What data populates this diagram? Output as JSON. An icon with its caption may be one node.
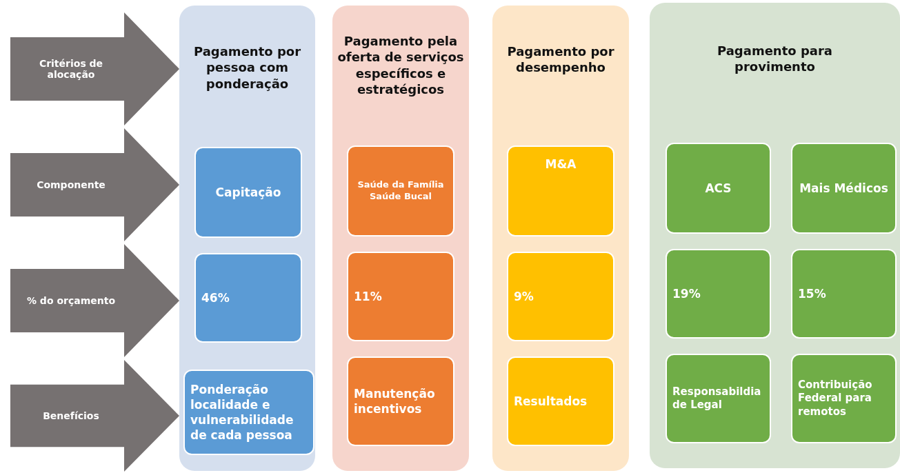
{
  "diagram": {
    "nodes": [
      {
        "text": [
          "Critérios de alocação"
        ]
      },
      {
        "text": [
          "Componente"
        ]
      },
      {
        "text": [
          "% do orçamento"
        ]
      },
      {
        "text": [
          "Benefícios"
        ]
      },
      {
        "text": [
          "Pagamento por pessoa com ponderação"
        ]
      },
      {
        "text": [
          "Capitação"
        ],
        "in": 4
      },
      {
        "text": [
          "46%"
        ],
        "in": 4
      },
      {
        "text": [
          "Ponderação localidade e vulnerabilidade de cada pessoa"
        ],
        "in": 4
      },
      {
        "text": [
          "Pagamento pela oferta de serviços específicos e estratégicos"
        ]
      },
      {
        "text": [
          "Saúde da Família Saúde Bucal"
        ],
        "in": 8
      },
      {
        "text": [
          "11%"
        ],
        "in": 8
      },
      {
        "text": [
          "Manutenção incentivos"
        ],
        "in": 8
      },
      {
        "text": [
          "Pagamento por desempenho"
        ]
      },
      {
        "text": [
          "M&A"
        ],
        "in": 12
      },
      {
        "text": [
          "9%"
        ],
        "in": 12
      },
      {
        "text": [
          "Resultados"
        ],
        "in": 12
      },
      {
        "text": [
          "Pagamento para provimento"
        ]
      },
      {
        "text": [
          "ACS"
        ],
        "in": 16
      },
      {
        "text": [
          "Mais Médicos"
        ],
        "in": 16
      },
      {
        "text": [
          "19%"
        ],
        "in": 16
      },
      {
        "text": [
          "15%"
        ],
        "in": 16
      },
      {
        "text": [
          "Responsabildiade Legal"
        ],
        "in": 16
      },
      {
        "text": [
          "Contribuição Federal para remotos"
        ],
        "in": 16
      }
    ]
  }
}
